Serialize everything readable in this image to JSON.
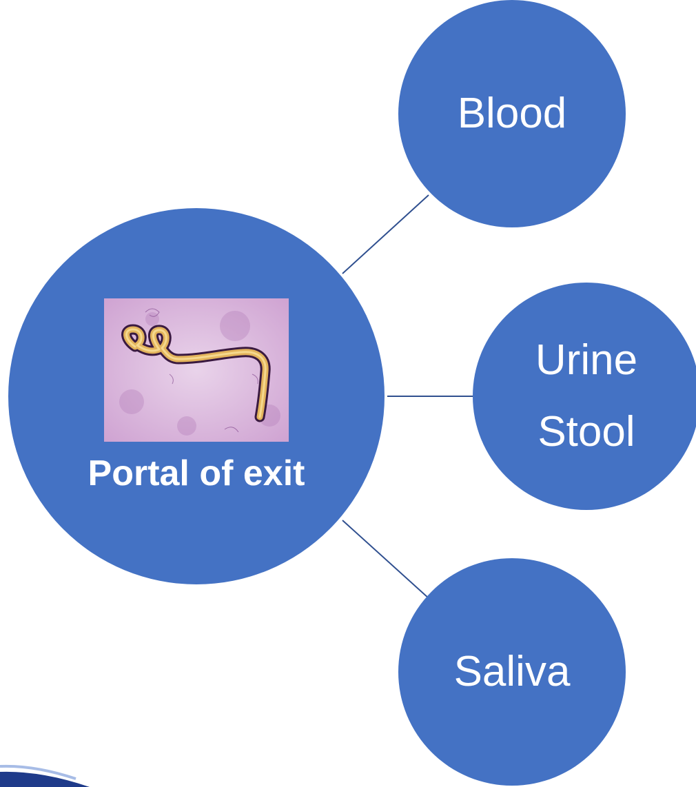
{
  "diagram": {
    "center": {
      "label": "Portal of exit",
      "image_icon": "ebola-virus-micrograph"
    },
    "branches": [
      {
        "id": "blood",
        "lines": [
          "Blood"
        ]
      },
      {
        "id": "urine-stool",
        "lines": [
          "Urine",
          "Stool"
        ]
      },
      {
        "id": "saliva",
        "lines": [
          "Saliva"
        ]
      }
    ]
  },
  "colors": {
    "node_fill": "#4472c4",
    "connector": "#2f4f8f",
    "text": "#ffffff"
  }
}
